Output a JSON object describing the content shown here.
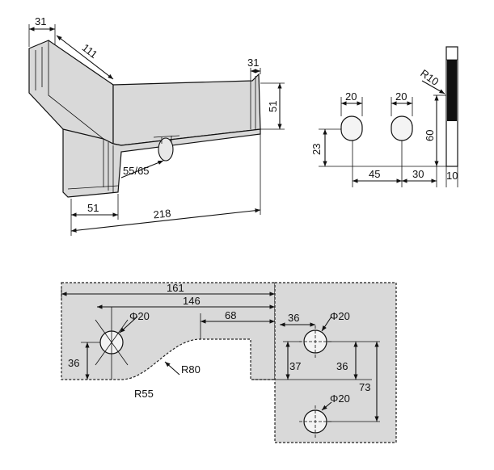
{
  "top_left_view": {
    "dims": {
      "flange_width": "31",
      "wing_length": "111",
      "right_flange": "31",
      "height": "51",
      "slot": "55/65",
      "offset": "51",
      "overall": "218"
    }
  },
  "top_right_view": {
    "dims": {
      "hole_a": "20",
      "hole_b": "20",
      "radius": "R10",
      "height": "60",
      "hole_height": "23",
      "pitch": "45",
      "edge": "30",
      "thickness": "10"
    }
  },
  "bottom_view": {
    "dims": {
      "d161": "161",
      "d146": "146",
      "d68": "68",
      "phi_left": "Φ20",
      "d36_left": "36",
      "r80": "R80",
      "r55": "R55",
      "d36_top": "36",
      "phi_right_top": "Φ20",
      "d37": "37",
      "d36_right": "36",
      "d73": "73",
      "phi_right_bottom": "Φ20"
    }
  }
}
